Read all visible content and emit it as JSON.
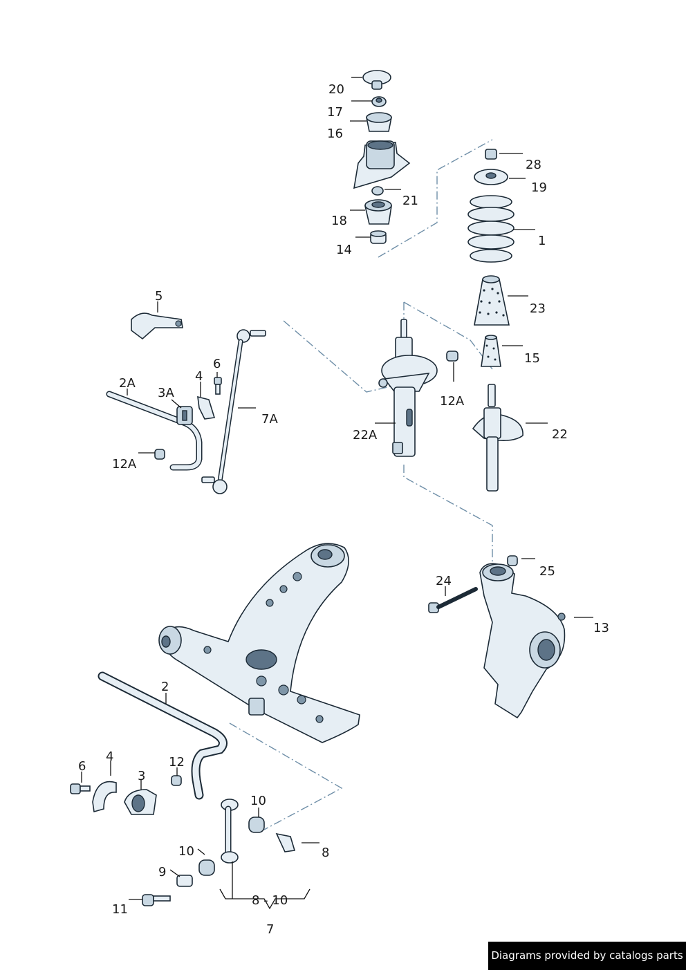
{
  "labels": {
    "p20": "20",
    "p17": "17",
    "p16": "16",
    "p21": "21",
    "p18": "18",
    "p14": "14",
    "p28": "28",
    "p19": "19",
    "p1": "1",
    "p23": "23",
    "p15": "15",
    "p22": "22",
    "p22a": "22A",
    "p12a_top": "12A",
    "p5": "5",
    "p6_top": "6",
    "p4_top": "4",
    "p3a": "3A",
    "p2a": "2A",
    "p7a": "7A",
    "p12a_left": "12A",
    "p25": "25",
    "p24": "24",
    "p13": "13",
    "p2": "2",
    "p6_bot": "6",
    "p4_bot": "4",
    "p3": "3",
    "p12": "12",
    "p10_a": "10",
    "p10_b": "10",
    "p8": "8",
    "p9": "9",
    "p11": "11",
    "p8_10": "8 - 10",
    "p7": "7"
  },
  "banner": {
    "text": "Diagrams provided by catalogs parts"
  },
  "colors": {
    "line": "#1c2a36",
    "dash": "#6f8fa8",
    "fill": "#e6eef4",
    "banner_bg": "#000000",
    "banner_fg": "#ffffff"
  }
}
